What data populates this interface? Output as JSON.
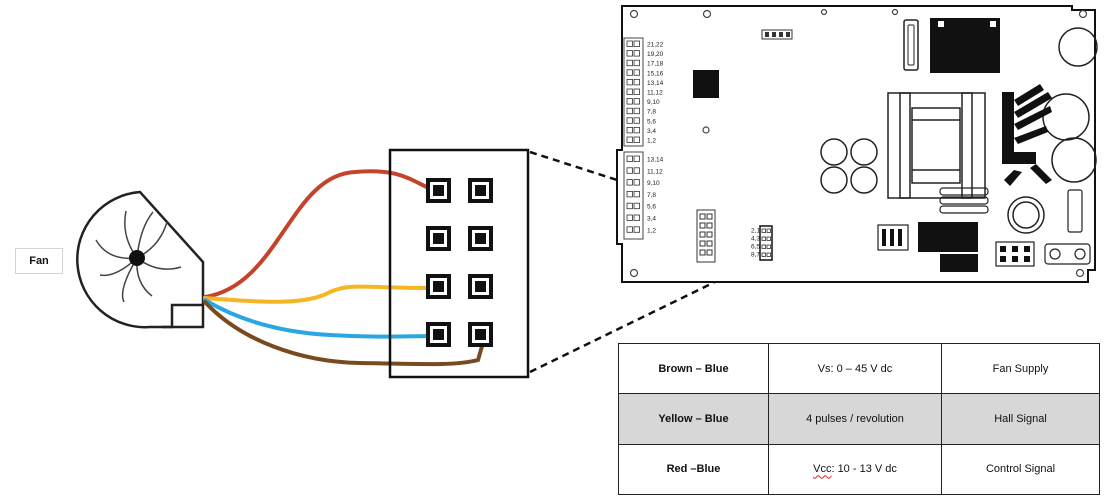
{
  "fan": {
    "label": "Fan"
  },
  "wires": [
    {
      "name": "red",
      "color": "#c4442b"
    },
    {
      "name": "yellow",
      "color": "#f5b623"
    },
    {
      "name": "blue",
      "color": "#2aa7e1"
    },
    {
      "name": "brown",
      "color": "#7a4a1f"
    }
  ],
  "connector": {
    "rows": 4,
    "cols": 2
  },
  "board": {
    "top_header_labels": [
      "21,22",
      "19,20",
      "17,18",
      "15,16",
      "13,14",
      "11,12",
      "9,10",
      "7,8",
      "5,6",
      "3,4",
      "1,2"
    ],
    "lower_header_labels": [
      "13,14",
      "11,12",
      "9,10",
      "7,8",
      "5,6",
      "3,4",
      "1,2"
    ],
    "small_connector_labels": [
      "2,1",
      "4,3",
      "6,5",
      "8,7"
    ]
  },
  "table": {
    "rows": [
      {
        "pair": "Brown – Blue",
        "signal": "Vs: 0 – 45 V dc",
        "function": "Fan Supply",
        "shaded": false
      },
      {
        "pair": "Yellow – Blue",
        "signal": "4 pulses / revolution",
        "function": "Hall Signal",
        "shaded": true
      },
      {
        "pair": "Red –Blue",
        "signal_prefix": "Vcc",
        "signal": ": 10 - 13 V dc",
        "function": "Control Signal",
        "shaded": false
      }
    ]
  }
}
